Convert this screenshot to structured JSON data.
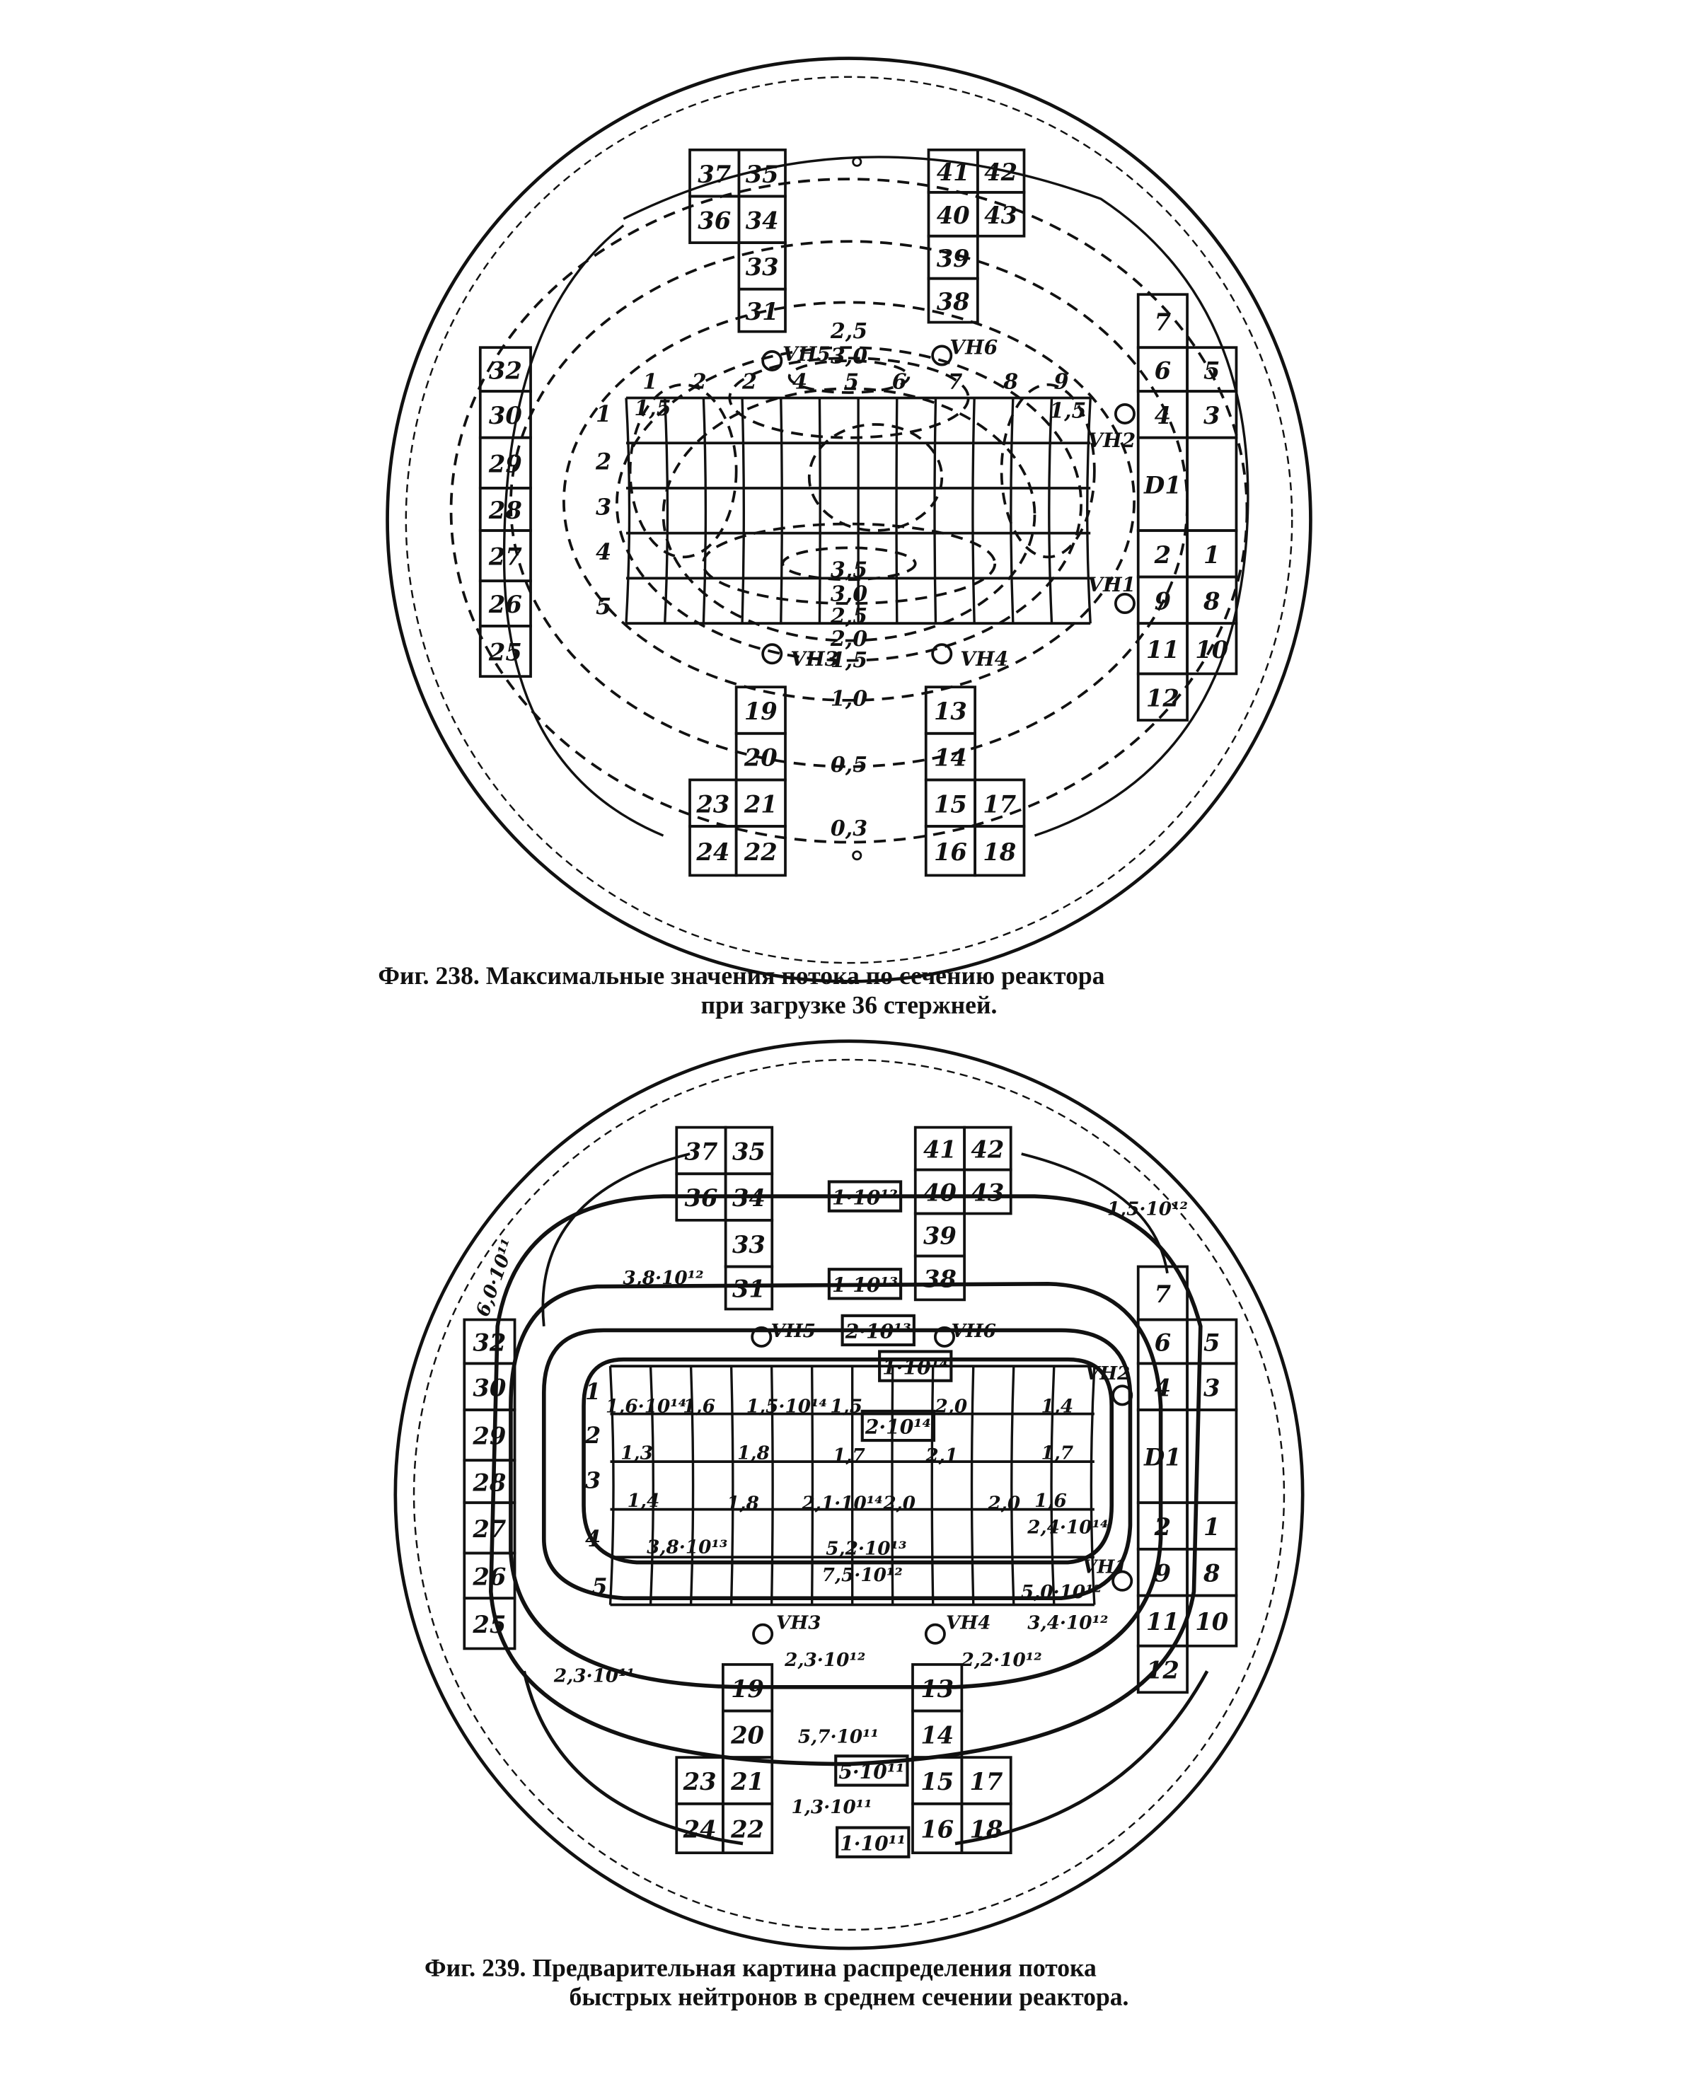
{
  "fig238": {
    "caption_line1": "Фиг. 238. Максимальные значения потока по сечению реактора",
    "caption_line2": "при загрузке 36 стержней.",
    "rods": [
      "37",
      "35",
      "36",
      "34",
      "33",
      "31",
      "41",
      "42",
      "40",
      "43",
      "39",
      "38",
      "32",
      "30",
      "29",
      "28",
      "27",
      "26",
      "25",
      "7",
      "6",
      "5",
      "4",
      "3",
      "D1",
      "2",
      "1",
      "9",
      "8",
      "11",
      "10",
      "12",
      "19",
      "20",
      "23",
      "21",
      "24",
      "22",
      "13",
      "14",
      "15",
      "17",
      "16",
      "18"
    ],
    "row_labels": [
      "1",
      "2",
      "3",
      "4",
      "5"
    ],
    "contour_values": [
      "0,3",
      "0,5",
      "1,0",
      "1,5",
      "2,0",
      "2,5",
      "3,0",
      "3,5",
      "2,5",
      "3,0"
    ],
    "column_markers": [
      "1",
      "2",
      "2",
      "4",
      "5",
      "6",
      "7",
      "8",
      "9"
    ],
    "edge_values": [
      "1,5",
      "1,5"
    ],
    "channels": [
      "VH5",
      "VH6",
      "VH2",
      "VH1",
      "VH3",
      "VH4"
    ]
  },
  "fig239": {
    "caption_line1": "Фиг. 239. Предварительная картина распределения потока",
    "caption_line2": "быстрых нейтронов в среднем сечении реактора.",
    "rods": [
      "37",
      "35",
      "36",
      "34",
      "33",
      "31",
      "41",
      "42",
      "40",
      "43",
      "39",
      "38",
      "32",
      "30",
      "29",
      "28",
      "27",
      "26",
      "25",
      "7",
      "6",
      "5",
      "4",
      "3",
      "D1",
      "2",
      "1",
      "9",
      "8",
      "11",
      "10",
      "12",
      "19",
      "20",
      "23",
      "21",
      "24",
      "22",
      "13",
      "14",
      "15",
      "17",
      "16",
      "18"
    ],
    "row_labels": [
      "1",
      "2",
      "3",
      "4",
      "5"
    ],
    "boxed_values": [
      "1·10¹²",
      "1·10¹³",
      "2·10¹³",
      "1·10¹⁴",
      "2·10¹⁴",
      "5·10¹¹",
      "1·10¹¹"
    ],
    "values": [
      "1,5·10¹²",
      "3,8·10¹²",
      "1,6·10¹⁴",
      "1,6",
      "1,5·10¹⁴",
      "1,5",
      "2,0",
      "1,4",
      "1,3",
      "1,8",
      "1,7",
      "2,1",
      "1,7",
      "1,4",
      "1,8",
      "2,1·10¹⁴",
      "2,0",
      "2,0",
      "1,6",
      "2,4·10¹⁴",
      "3,8·10¹³",
      "5,2·10¹³",
      "7,5·10¹²",
      "5,0·10¹²",
      "3,4·10¹²",
      "2,3·10¹²",
      "2,2·10¹²",
      "2,3·10¹¹",
      "5,7·10¹¹",
      "1,3·10¹¹"
    ],
    "rotated_value": "6,0·10¹¹",
    "channels": [
      "VH5",
      "VH6",
      "VH2",
      "VH1",
      "VH3",
      "VH4"
    ]
  }
}
